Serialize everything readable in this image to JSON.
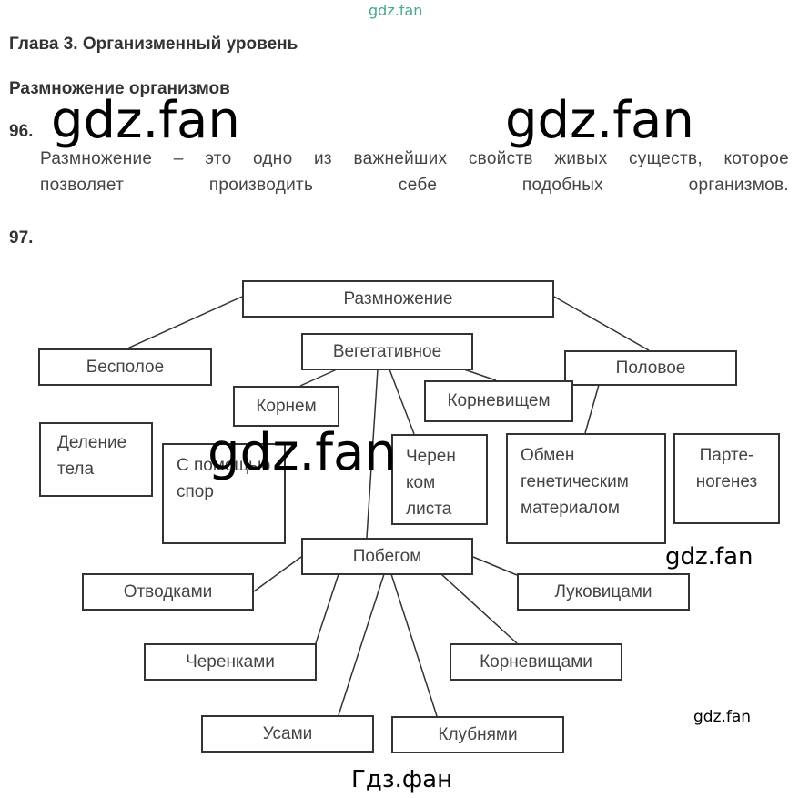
{
  "watermarks": {
    "top": "gdz.fan",
    "big1": "gdz.fan",
    "big2": "gdz.fan",
    "big3": "gdz.fan",
    "mid": "gdz.fan",
    "small": "gdz.fan",
    "bottom": "Гдз.фан"
  },
  "chapter_title": "Глава 3. Организменный уровень",
  "section_title": "Размножение организмов",
  "q96": {
    "number": "96.",
    "line1": "Размножение – это одно из важнейших свойств живых существ, которое",
    "line2": "позволяет производить себе подобных организмов."
  },
  "q97": {
    "number": "97."
  },
  "diagram": {
    "root": "Размножение",
    "asexual": "Бесполое",
    "vegetative": "Вегетативное",
    "sexual": "Половое",
    "root_veg": "Корнем",
    "rhizome": "Корневищем",
    "division": "Деление тела",
    "spores": "С помощью спор",
    "leaf_cutting": "Черен ком листа",
    "exchange": "Обмен генетическим материалом",
    "parthenogenesis": "Парте-ногенез",
    "shoot": "Побегом",
    "layering": "Отводками",
    "bulbs": "Луковицами",
    "cuttings": "Черенками",
    "rhizomes": "Корневищами",
    "runners": "Усами",
    "tubers": "Клубнями"
  }
}
